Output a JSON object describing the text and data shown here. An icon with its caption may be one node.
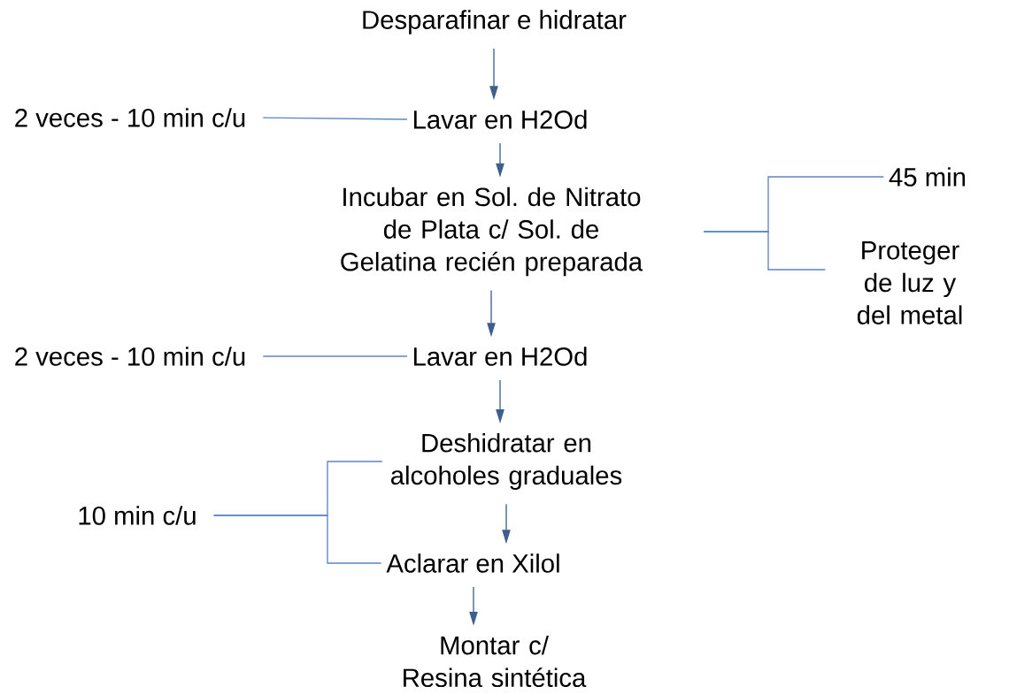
{
  "diagram": {
    "nodes": [
      {
        "text": [
          "Desparafinar e hidratar"
        ]
      },
      {
        "text": [
          "Lavar en H2Od"
        ]
      },
      {
        "text": [
          "2 veces - 10 min c/u"
        ]
      },
      {
        "text": [
          "Incubar en Sol. de Nitrato de Plata c/ Sol. de Gelatina recién preparada"
        ]
      },
      {
        "text": [
          "45 min"
        ]
      },
      {
        "text": [
          "Proteger de luz y del metal"
        ]
      },
      {
        "text": [
          "2 veces - 10 min c/u"
        ]
      },
      {
        "text": [
          "Lavar en H2Od"
        ]
      },
      {
        "text": [
          "Deshidratar en alcoholes graduales"
        ]
      },
      {
        "text": [
          "10 min c/u"
        ]
      },
      {
        "text": [
          "Aclarar en Xilol"
        ]
      },
      {
        "text": [
          "Montar c/ Resina sintética"
        ]
      }
    ],
    "edges": [
      {
        "from": 0,
        "to": 1,
        "arrow": "to"
      },
      {
        "from": 2,
        "to": 1,
        "arrow": "none",
        "color": "#5b86c5"
      },
      {
        "from": 1,
        "to": 3,
        "arrow": "to"
      },
      {
        "from": 3,
        "to": 4,
        "arrow": "none",
        "color": "#5b86c5"
      },
      {
        "from": 3,
        "to": 5,
        "arrow": "none",
        "color": "#5b86c5"
      },
      {
        "from": 3,
        "to": 7,
        "arrow": "to"
      },
      {
        "from": 6,
        "to": 7,
        "arrow": "none",
        "color": "#5b86c5"
      },
      {
        "from": 7,
        "to": 8,
        "arrow": "to"
      },
      {
        "from": 9,
        "to": 8,
        "arrow": "none",
        "color": "#5b86c5"
      },
      {
        "from": 9,
        "to": 10,
        "arrow": "none",
        "color": "#5b86c5"
      },
      {
        "from": 8,
        "to": 10,
        "arrow": "to"
      },
      {
        "from": 10,
        "to": 11,
        "arrow": "to"
      }
    ]
  }
}
